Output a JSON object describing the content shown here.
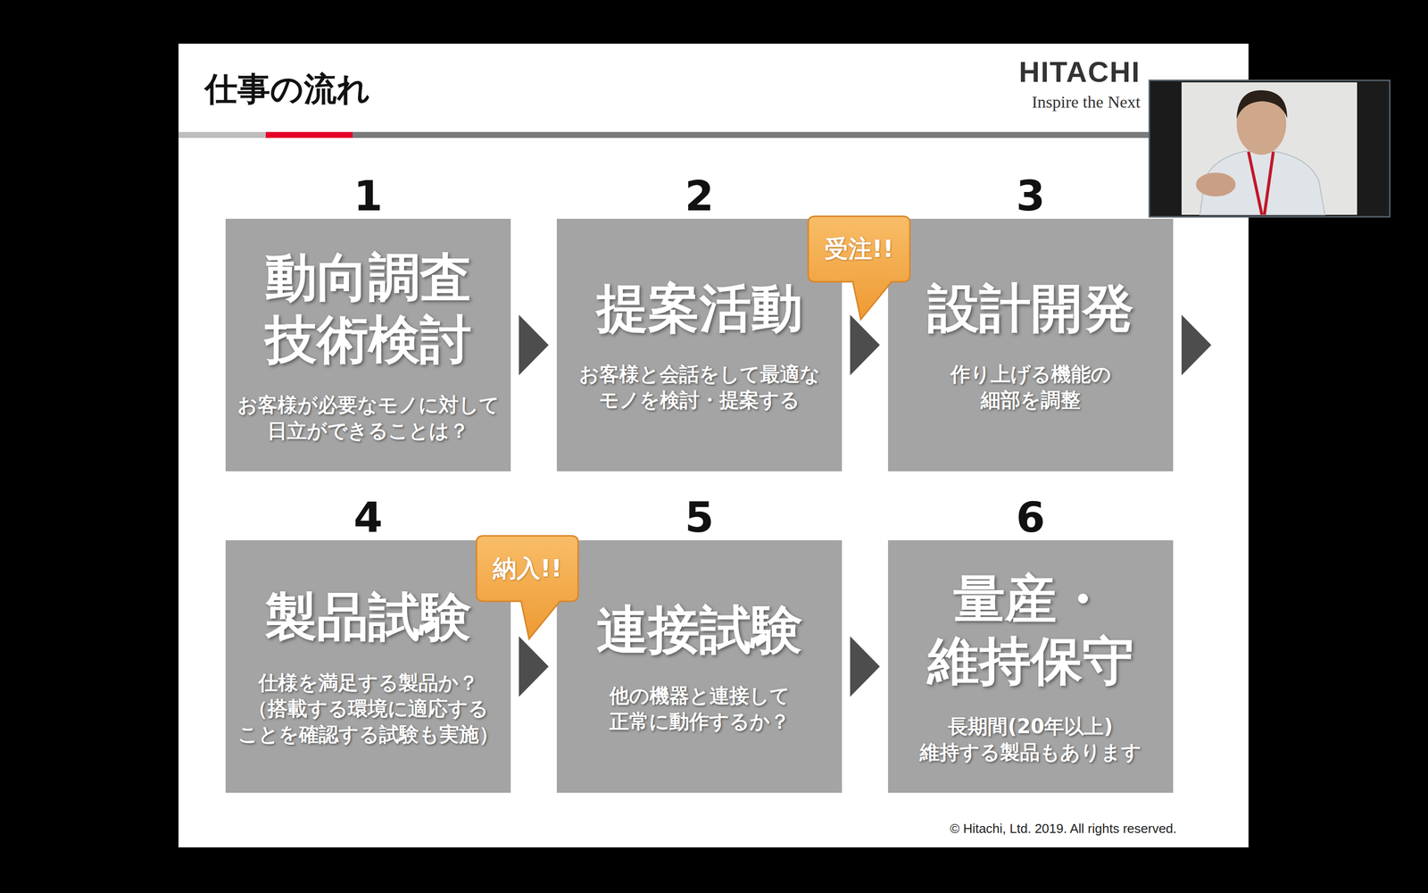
{
  "diagram": {
    "title": "仕事の流れ",
    "nodes": [
      {
        "text": [
          "1",
          "動向調査 技術検討",
          "お客様が必要なモノに対して 日立ができることは？"
        ]
      },
      {
        "text": [
          "2",
          "提案活動",
          "お客様と会話をして最適な モノを検討・提案する"
        ]
      },
      {
        "text": [
          "受注!!"
        ]
      },
      {
        "text": [
          "3",
          "設計開発",
          "作り上げる機能の 細部を調整"
        ]
      },
      {
        "text": [
          "4",
          "製品試験",
          "仕様を満足する製品か？ （搭載する環境に適応する ことを確認する試験も実施）"
        ]
      },
      {
        "text": [
          "納入!!"
        ]
      },
      {
        "text": [
          "5",
          "連接試験",
          "他の機器と連接して 正常に動作するか？"
        ]
      },
      {
        "text": [
          "6",
          "量産・ 維持保守",
          "長期間(20年以上) 維持する製品もあります"
        ]
      }
    ],
    "edges": [
      {
        "from": 0,
        "to": 1,
        "arrow": "to"
      },
      {
        "from": 1,
        "to": 3,
        "arrow": "to"
      },
      {
        "from": 3,
        "to": 4,
        "arrow": "to"
      },
      {
        "from": 4,
        "to": 6,
        "arrow": "to"
      },
      {
        "from": 6,
        "to": 7,
        "arrow": "to"
      }
    ],
    "labels": [
      "HITACHI",
      "Inspire the Next",
      "© Hitachi, Ltd. 2019. All rights reserved."
    ]
  }
}
